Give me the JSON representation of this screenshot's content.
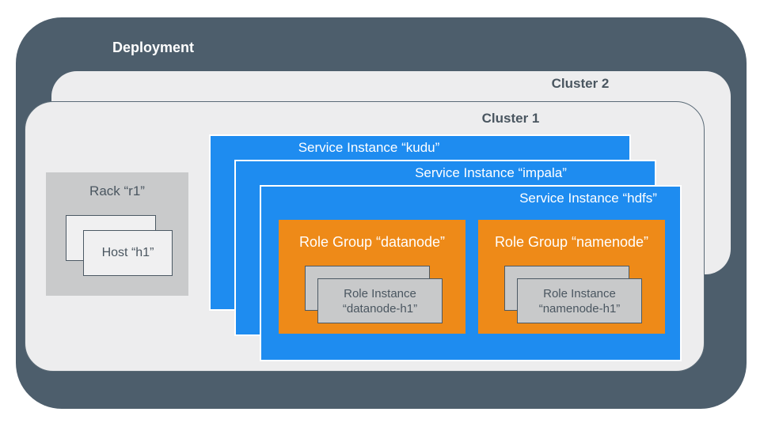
{
  "deployment": {
    "label": "Deployment"
  },
  "cluster2": {
    "label": "Cluster 2"
  },
  "cluster1": {
    "label": "Cluster 1"
  },
  "rack": {
    "label": "Rack “r1”",
    "host": {
      "label": "Host “h1”"
    }
  },
  "services": [
    {
      "id": "kudu",
      "label": "Service Instance “kudu”"
    },
    {
      "id": "impala",
      "label": "Service Instance “impala”"
    },
    {
      "id": "hdfs",
      "label": "Service Instance “hdfs”"
    }
  ],
  "role_groups": [
    {
      "id": "datanode",
      "label": "Role Group “datanode”",
      "instance": {
        "line1": "Role Instance",
        "line2": "“datanode-h1”"
      }
    },
    {
      "id": "namenode",
      "label": "Role Group “namenode”",
      "instance": {
        "line1": "Role Instance",
        "line2": "“namenode-h1”"
      }
    }
  ],
  "colors": {
    "frame_dark": "#4D5E6C",
    "cluster_bg": "#EDEDEE",
    "cluster_border": "#5B6B77",
    "service_blue": "#1E8CF0",
    "role_group_orange": "#EE8A18",
    "rack_gray": "#C9CACB",
    "instance_gray": "#C8C9CA",
    "box_border_slate": "#4C5964",
    "text_slate": "#4A5660",
    "text_white": "#FFFFFF"
  }
}
